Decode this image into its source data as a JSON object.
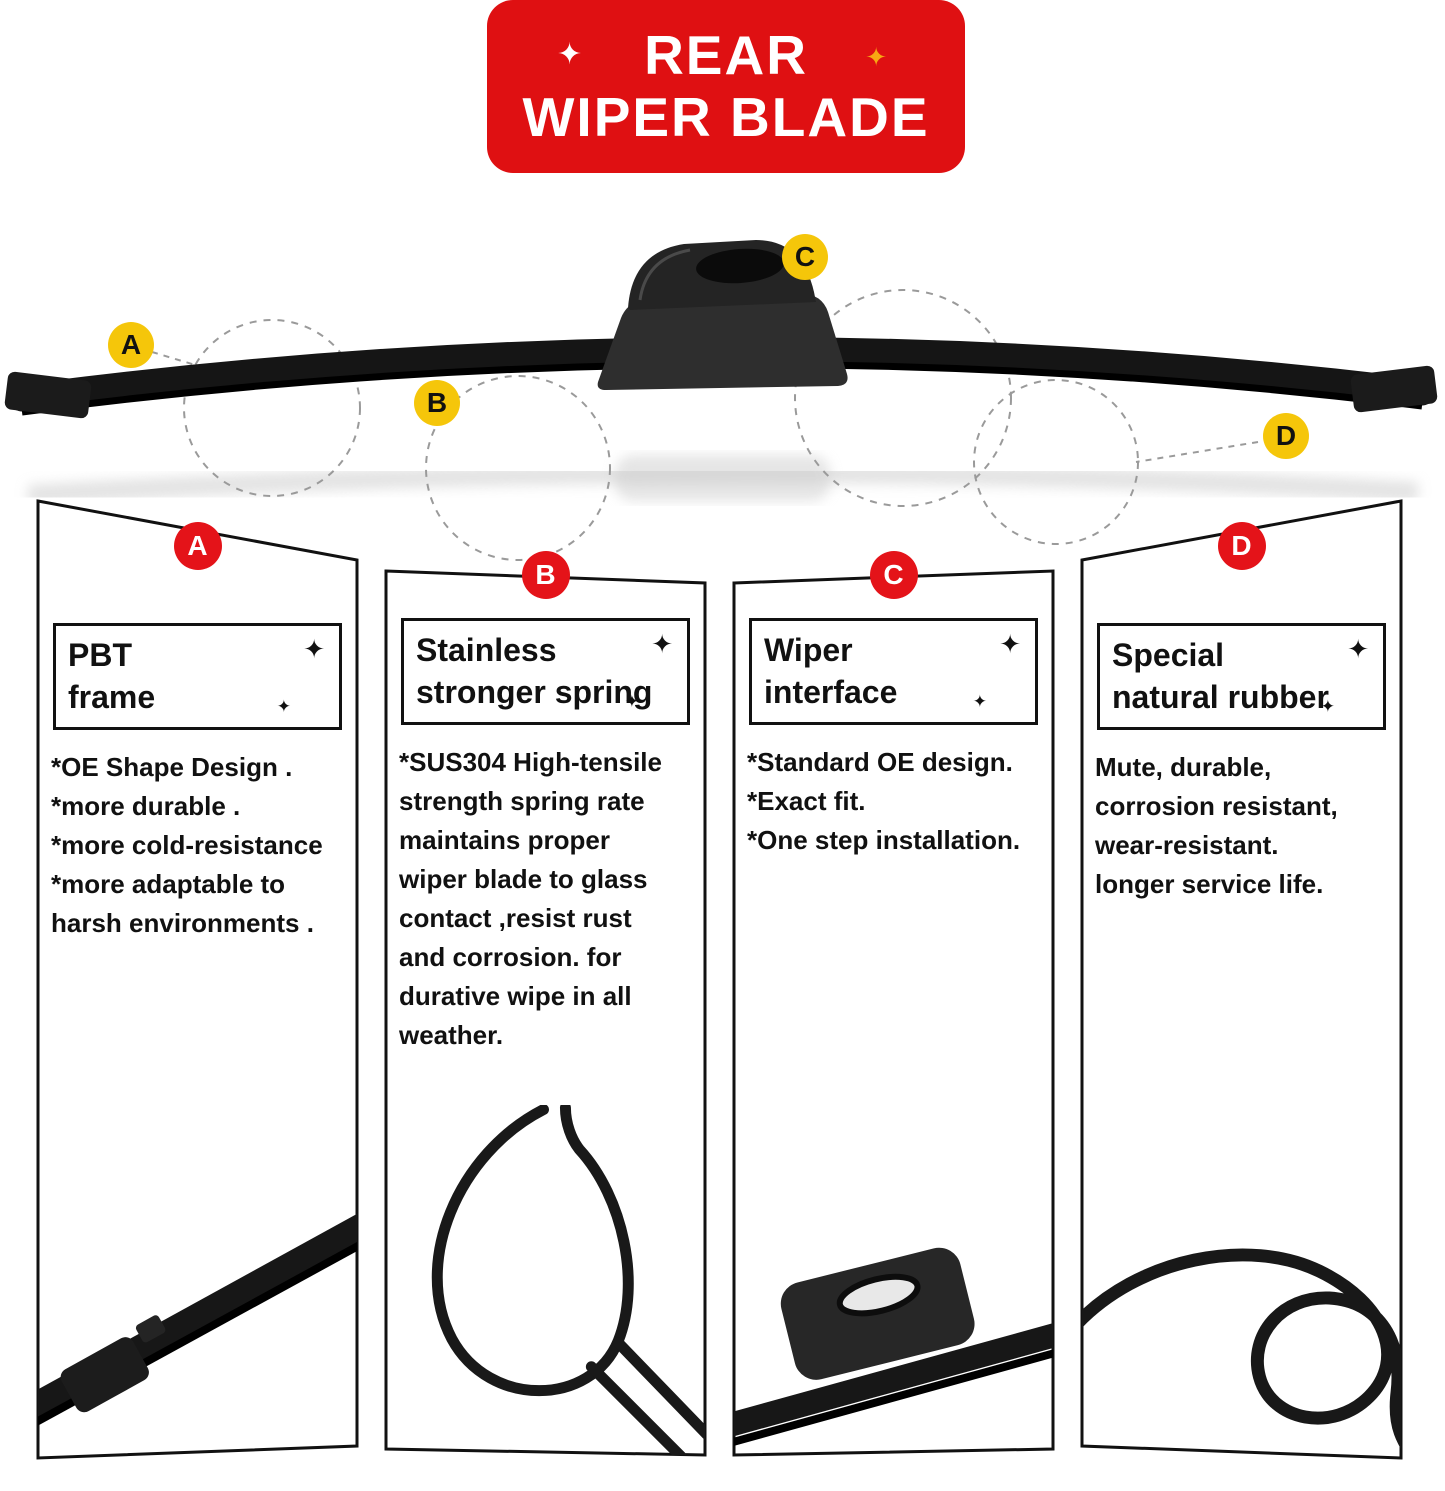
{
  "banner": {
    "line1": "REAR",
    "line2": "WIPER BLADE"
  },
  "icons": {
    "sparkle": "✦"
  },
  "blade_labels": [
    {
      "letter": "A"
    },
    {
      "letter": "B"
    },
    {
      "letter": "C"
    },
    {
      "letter": "D"
    }
  ],
  "panels": [
    {
      "letter": "A",
      "title": "PBT\nframe",
      "body": "*OE Shape Design .\n*more durable .\n*more cold-resistance\n*more adaptable to\nharsh environments .",
      "image": "blade-tip"
    },
    {
      "letter": "B",
      "title": "Stainless\nstronger spring",
      "body": "*SUS304 High-tensile\nstrength spring rate\nmaintains proper\nwiper blade to glass\ncontact ,resist rust\nand corrosion. for\ndurative wipe in all\nweather.",
      "image": "spring-loop"
    },
    {
      "letter": "C",
      "title": "Wiper\ninterface",
      "body": "*Standard OE design.\n*Exact fit.\n*One step installation.",
      "image": "wiper-interface"
    },
    {
      "letter": "D",
      "title": "Special\nnatural rubber",
      "body": "Mute, durable,\ncorrosion resistant,\nwear-resistant.\nlonger service life.",
      "image": "rubber-strip"
    }
  ],
  "colors": {
    "red": "#DF1012",
    "badge_red": "#E41319",
    "yellow": "#F5C60A",
    "black": "#111111"
  }
}
